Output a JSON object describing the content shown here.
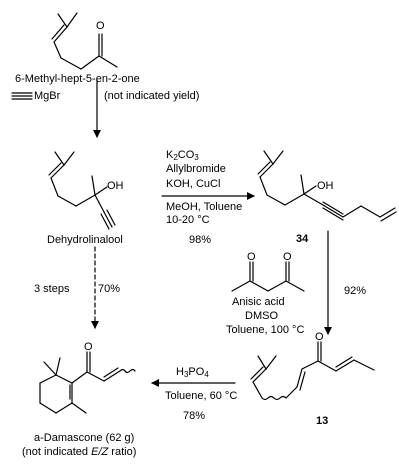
{
  "start": {
    "name": "6-Methyl-hept-5-en-2-one",
    "o_atom": "O"
  },
  "step1": {
    "reagent": "MgBr",
    "yield_note": "(not indicated yield)"
  },
  "dehydrolinalool": {
    "name": "Dehydrolinalool",
    "oh": "OH"
  },
  "step2": {
    "reagent1_base": "K",
    "reagent1_sub1": "2",
    "reagent1_mid": "CO",
    "reagent1_sub2": "3",
    "reagent2": "Allylbromide",
    "reagent3": "KOH, CuCl",
    "solvent": "MeOH, Toluene",
    "temp": "10-20 °C",
    "yield": "98%"
  },
  "compound34": {
    "label": "34",
    "oh": "OH"
  },
  "step3": {
    "reagent": "Anisic acid",
    "solvent1": "DMSO",
    "solvent2": "Toluene, 100 °C",
    "yield": "92%",
    "o_left": "O",
    "o_right": "O"
  },
  "shortcut": {
    "steps": "3 steps",
    "yield": "70%"
  },
  "compound13": {
    "label": "13",
    "o_atom": "O"
  },
  "step4": {
    "reagent_base": "H",
    "reagent_sub1": "3",
    "reagent_mid": "PO",
    "reagent_sub2": "4",
    "solvent": "Toluene, 60 °C",
    "yield": "78%"
  },
  "damascone": {
    "name": "a-Damascone (62 g)",
    "note_pre": "(not indicated ",
    "note_italic": "E/Z",
    "note_post": " ratio)",
    "o_atom": "O"
  }
}
